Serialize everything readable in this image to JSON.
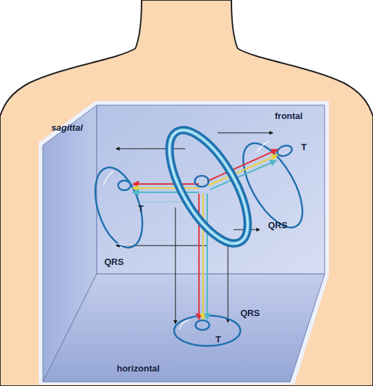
{
  "diagram": {
    "labels": [
      "sagittal",
      "frontal",
      "T",
      "T",
      "QRS",
      "QRS",
      "QRS",
      "T",
      "horizontal"
    ]
  }
}
